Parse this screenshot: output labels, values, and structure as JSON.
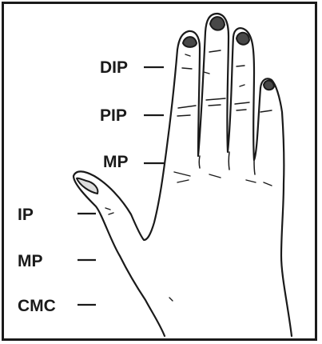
{
  "labels": {
    "dip": "DIP",
    "pip": "PIP",
    "mp_finger": "MP",
    "ip": "IP",
    "mp_thumb": "MP",
    "cmc": "CMC"
  },
  "colors": {
    "ink": "#1a1a1a",
    "background": "#ffffff"
  }
}
